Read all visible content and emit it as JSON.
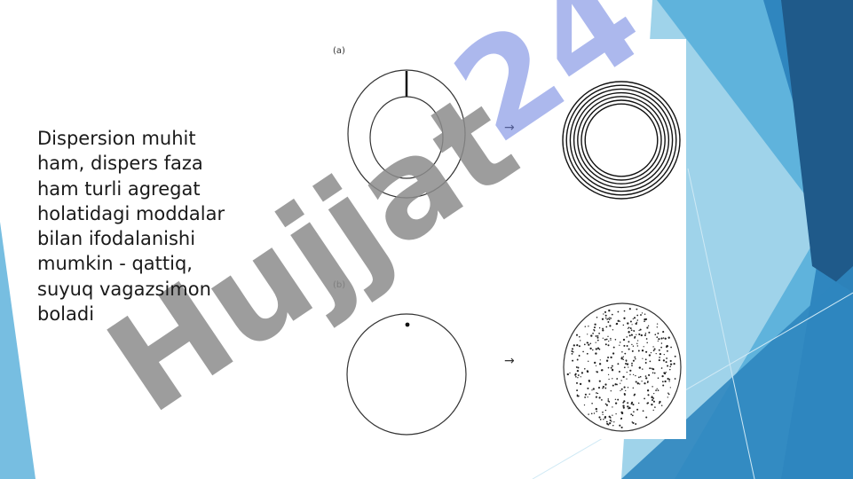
{
  "slide": {
    "body_text": "Dispersion muhit\nham, dispers faza\nham turli agregat\nholatidagi moddalar\nbilan ifodalanishi\nmumkin - qattiq,\nsuyuq vagazsimon\nboladi"
  },
  "figure": {
    "panel_a": {
      "label": "(a)",
      "arrow": "→"
    },
    "panel_b": {
      "label": "(b)",
      "arrow": "→"
    }
  },
  "watermark": {
    "text": "Hujjat 24",
    "gray_color": "#8c8c8c",
    "accent_color": "#6a7fe0"
  },
  "theme": {
    "blue_dark": "#1f5a8a",
    "blue_mid": "#2f86bf",
    "blue_light": "#5fb3dc",
    "blue_pale": "#9fd3ea"
  }
}
